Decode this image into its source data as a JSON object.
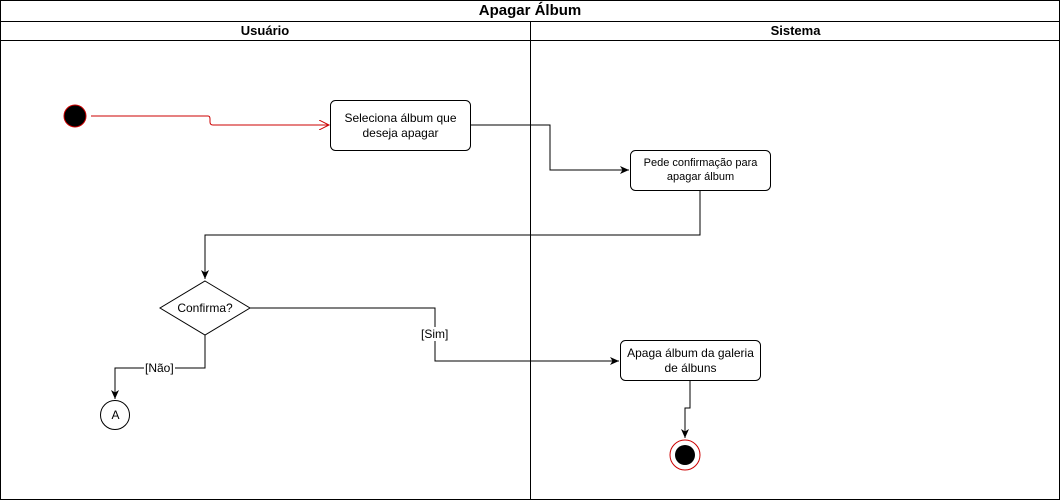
{
  "diagram": {
    "title": "Apagar Álbum",
    "lanes": [
      {
        "id": "user",
        "label": "Usuário"
      },
      {
        "id": "system",
        "label": "Sistema"
      }
    ],
    "nodes": {
      "select_album": "Seleciona álbum que deseja apagar",
      "request_confirmation": "Pede confirmação para apagar álbum",
      "decision": "Confirma?",
      "delete_album": "Apaga álbum da galeria de álbuns",
      "connector": "A"
    },
    "edges": {
      "yes_label": "[Sim]",
      "no_label": "[Não]"
    },
    "colors": {
      "start_edge": "#cc0000",
      "final_ring": "#cc0000",
      "line": "#000000"
    }
  }
}
